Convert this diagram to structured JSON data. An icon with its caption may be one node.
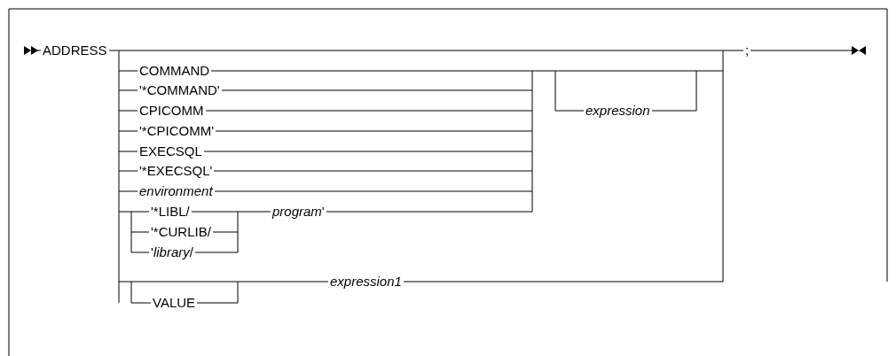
{
  "diagram": {
    "labels": [
      "ADDRESS",
      ";",
      "COMMAND",
      "'*COMMAND'",
      "CPICOMM",
      "*expression*",
      "'*CPICOMM'",
      "EXECSQL",
      "'*EXECSQL'",
      "*environment*",
      "'*LIBL/",
      "*program*'",
      "'*CURLIB/",
      "'*library*/",
      "*expression1*",
      "VALUE"
    ]
  }
}
